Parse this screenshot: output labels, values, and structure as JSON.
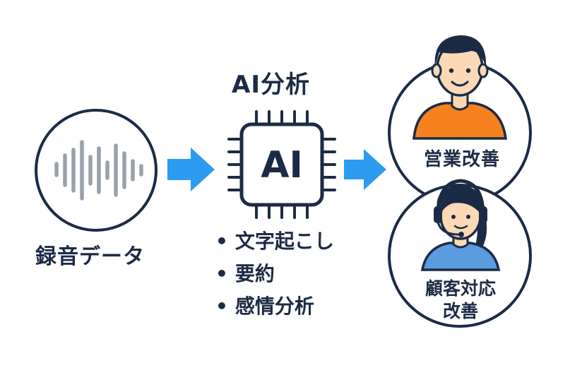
{
  "recording": {
    "label": "録音データ"
  },
  "ai": {
    "title": "AI分析",
    "chip_text": "AI",
    "features": [
      "文字起こし",
      "要約",
      "感情分析"
    ]
  },
  "outcomes": {
    "sales": "営業改善",
    "customer_line1": "顧客対応",
    "customer_line2": "改善"
  },
  "colors": {
    "navy": "#1c2b45",
    "arrow_blue": "#2d9cf0",
    "waveform_gray": "#9aa1ab",
    "orange_shirt": "#f5821f",
    "blue_shirt": "#5b9be0",
    "skin": "#fbd9b6"
  },
  "icons": [
    "soundwave-icon",
    "ai-chip-icon",
    "arrow-right-icon",
    "salesperson-icon",
    "support-agent-headset-icon"
  ]
}
